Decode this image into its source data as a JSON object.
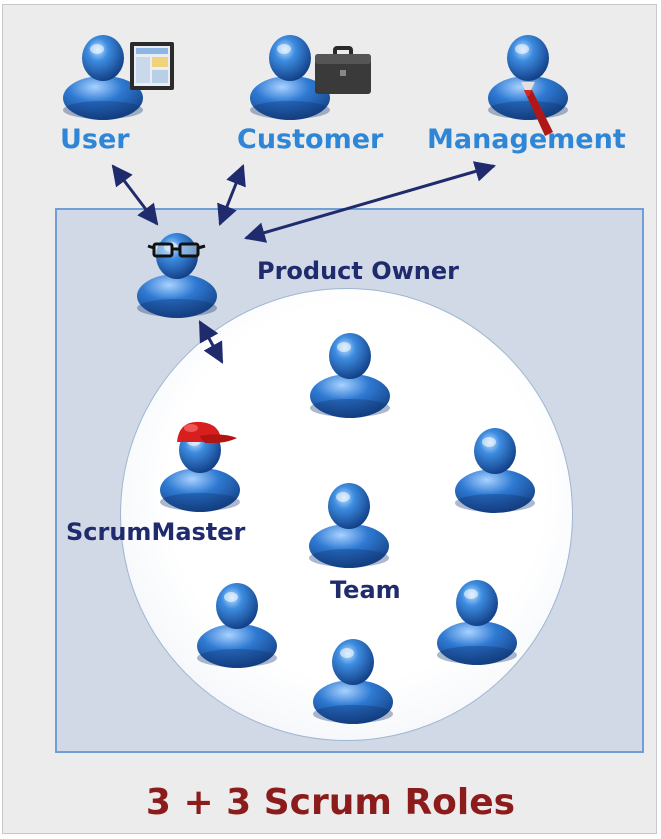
{
  "roles": {
    "user": "User",
    "customer": "Customer",
    "management": "Management",
    "product_owner": "Product Owner",
    "scrum_master": "ScrumMaster",
    "team": "Team"
  },
  "caption": "3 + 3 Scrum Roles",
  "colors": {
    "top_label": "#2f86d6",
    "inner_label": "#1f2b6d",
    "caption": "#8c1c1c",
    "person_blue": "#2a6fbf",
    "arrow": "#1f2b6d",
    "inner_box_fill": "#d0d9e5",
    "inner_box_border": "#6f9fd6"
  },
  "icons": {
    "user_accessory": "monitor-icon",
    "customer_accessory": "briefcase-icon",
    "management_accessory": "necktie-icon",
    "product_owner_accessory": "glasses-icon",
    "scrum_master_accessory": "red-cap-icon"
  }
}
